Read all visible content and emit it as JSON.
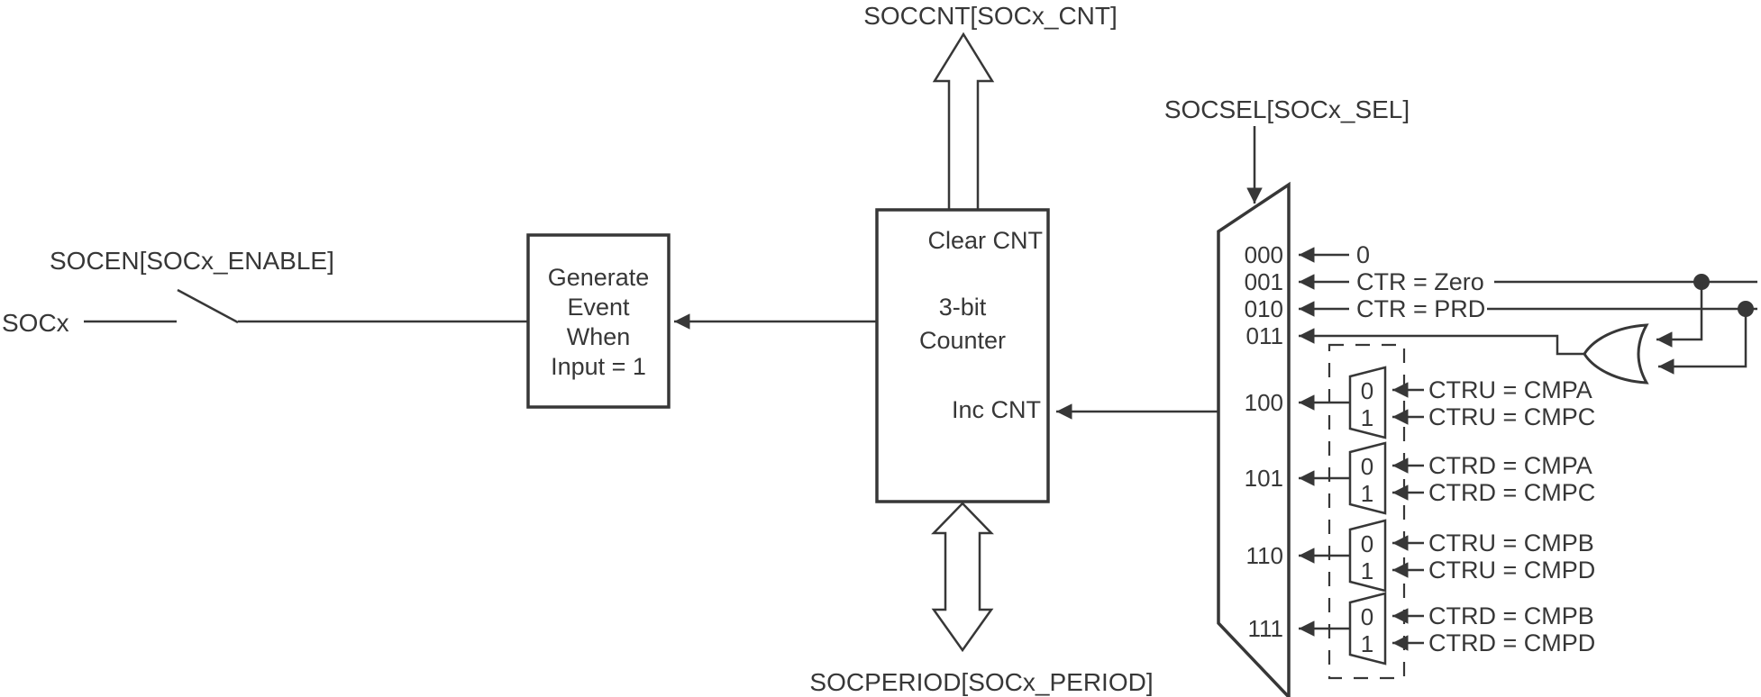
{
  "registers": {
    "count": "SOCCNT[SOCx_CNT]",
    "select": "SOCSEL[SOCx_SEL]",
    "enable": "SOCEN[SOCx_ENABLE]",
    "period": "SOCPERIOD[SOCx_PERIOD]"
  },
  "input_signal": {
    "label": "SOCx"
  },
  "generate_block": {
    "lines": [
      "Generate",
      "Event",
      "When",
      "Input = 1"
    ]
  },
  "counter_block": {
    "clear_label": "Clear CNT",
    "title_line1": "3-bit",
    "title_line2": "Counter",
    "inc_label": "Inc CNT"
  },
  "mux": {
    "codes": [
      "000",
      "001",
      "010",
      "011",
      "100",
      "101",
      "110",
      "111"
    ],
    "inputs": {
      "const_zero": "0",
      "ctr_zero": "CTR = Zero",
      "ctr_prd": "CTR = PRD"
    }
  },
  "submux_ports": {
    "p0": "0",
    "p1": "1"
  },
  "submuxes": [
    {
      "input0": "CTRU = CMPA",
      "input1": "CTRU = CMPC"
    },
    {
      "input0": "CTRD = CMPA",
      "input1": "CTRD = CMPC"
    },
    {
      "input0": "CTRU = CMPB",
      "input1": "CTRU = CMPD"
    },
    {
      "input0": "CTRD = CMPB",
      "input1": "CTRD = CMPD"
    }
  ],
  "colors": {
    "line": "#373737",
    "background": "#ffffff"
  }
}
